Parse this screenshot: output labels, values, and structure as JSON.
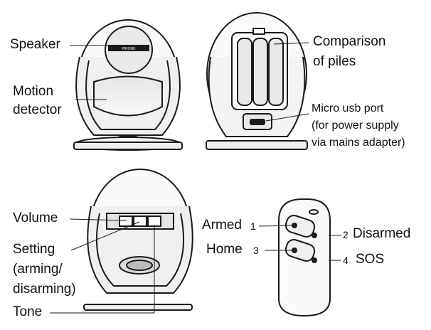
{
  "labels": {
    "speaker": "Speaker",
    "motion_detector_1": "Motion",
    "motion_detector_2": "detector",
    "comparison_1": "Comparison",
    "comparison_2": "of piles",
    "usb_1": "Micro usb port",
    "usb_2": "(for power supply",
    "usb_3": "via mains adapter)",
    "volume": "Volume",
    "setting_1": "Setting",
    "setting_2": "(arming/",
    "setting_3": "disarming)",
    "tone": "Tone",
    "armed": "Armed",
    "armed_num": "1",
    "disarmed_num": "2",
    "disarmed": "Disarmed",
    "home": "Home",
    "home_num": "3",
    "sos_num": "4",
    "sos": "SOS"
  },
  "brand_mark": "PIRONE",
  "colors": {
    "stroke": "#1a1a1a",
    "fill_light": "#f2f2f2",
    "fill_mid": "#d9d9d9",
    "fill_dark": "#9a9a9a"
  }
}
